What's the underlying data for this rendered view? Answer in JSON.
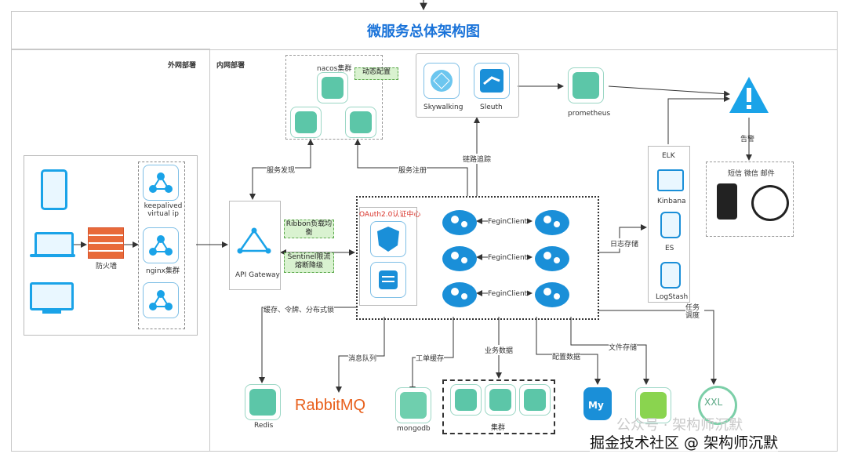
{
  "title": "微服务总体架构图",
  "sections": {
    "external": "外网部署",
    "internal": "内网部署"
  },
  "nacos": {
    "label": "nacos集群",
    "dynamic_config": "动态配置"
  },
  "monitor": {
    "skywalking": "Skywalking",
    "sleuth": "Sleuth",
    "prometheus": "prometheus"
  },
  "edge": {
    "firewall": "防火墙",
    "keepalived": "keepalived virtual ip",
    "nginx": "nginx集群"
  },
  "gateway": {
    "label": "API Gateway",
    "ribbon": "Ribbon负载均衡",
    "sentinel": "Sentinel限流熔断降级"
  },
  "auth": {
    "label": "OAuth2.0认证中心"
  },
  "services": {
    "fegin1": "FeginClient",
    "fegin2": "FeginClient",
    "fegin3": "FeginClient"
  },
  "edges": {
    "service_discovery": "服务发现",
    "service_register": "服务注册",
    "link_trace": "链路追踪",
    "log_storage": "日志存储",
    "alert": "告警",
    "cache": "缓存、令牌、分布式锁",
    "mq": "消息队列",
    "work_cache": "工单缓存",
    "business_data": "业务数据",
    "config_data": "配置数据",
    "file_storage": "文件存储",
    "task_schedule": "任务调度"
  },
  "elk": {
    "title": "ELK",
    "kibana": "Kinbana",
    "es": "ES",
    "logstash": "LogStash"
  },
  "notify": {
    "label": "短信 微信 邮件"
  },
  "storage": {
    "redis": "Redis",
    "rabbitmq": "RabbitMQ",
    "mongodb": "mongodb",
    "cluster": "集群",
    "mysql": "My",
    "xxl": "XXL"
  },
  "watermark": {
    "line1": "公众号 · 架构师沉默",
    "line2": "掘金技术社区 @ 架构师沉默"
  }
}
